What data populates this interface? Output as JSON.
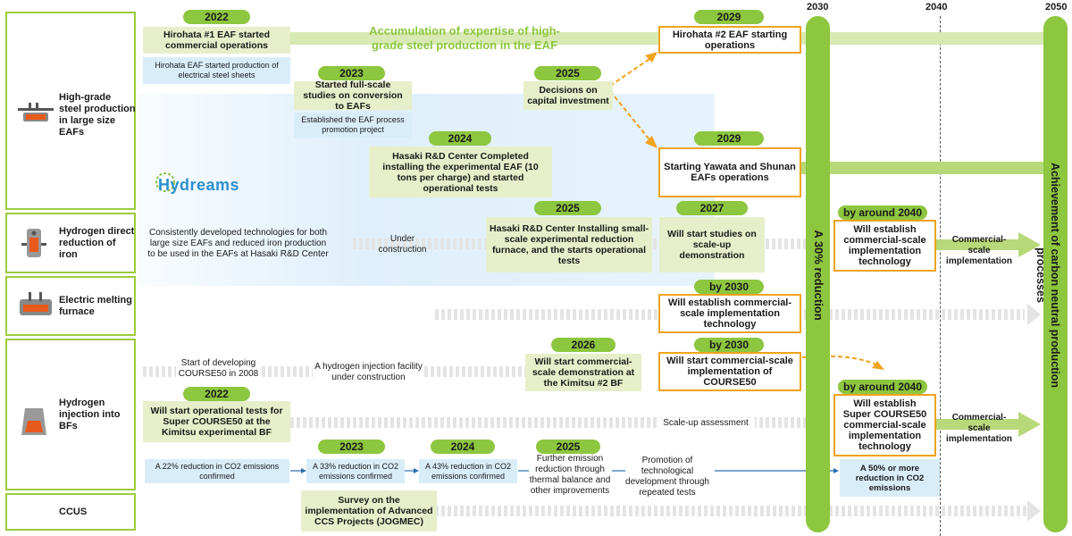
{
  "timeline": {
    "year_2030": "2030",
    "year_2040": "2040",
    "year_2050": "2050",
    "reduction_label": "A 30% reduction",
    "final_label": "Achievement of carbon neutral production processes"
  },
  "categories": [
    {
      "label": "High-grade steel production in large size EAFs",
      "icon": "eaf-icon"
    },
    {
      "label": "Hydrogen direct reduction of iron",
      "icon": "shaft-furnace-icon"
    },
    {
      "label": "Electric melting furnace",
      "icon": "melting-furnace-icon"
    },
    {
      "label": "Hydrogen injection into BFs",
      "icon": "blast-furnace-icon"
    },
    {
      "label": "CCUS",
      "icon": ""
    }
  ],
  "eaf": {
    "accumulation": "Accumulation of expertise of high-grade steel production in the EAF",
    "y2022": "2022",
    "hirohata1": "Hirohata #1 EAF started commercial operations",
    "hirohata_sheets": "Hirohata EAF started production of electrical steel sheets",
    "y2023": "2023",
    "studies": "Started full-scale studies on conversion to EAFs",
    "promotion_project": "Established the EAF process promotion project",
    "y2025": "2025",
    "decisions": "Decisions on capital investment",
    "y2029a": "2029",
    "hirohata2": "Hirohata #2 EAF starting operations",
    "y2024": "2024",
    "hasaki_eaf": "Hasaki R&D Center Completed installing the experimental EAF (10 tons per charge) and started operational tests",
    "y2029b": "2029",
    "yawata": "Starting Yawata and Shunan EAFs operations",
    "hydreams_logo": "Hydreams"
  },
  "dri": {
    "consistent": "Consistently developed technologies for both large size EAFs and reduced iron production to be used in the EAFs at Hasaki R&D Center",
    "under_construction": "Under construction",
    "y2025": "2025",
    "hasaki_small": "Hasaki R&D Center Installing small-scale experimental reduction furnace, and the starts operational tests",
    "y2027": "2027",
    "scale_up": "Will start studies on scale-up demonstration",
    "by2040": "by around 2040",
    "establish": "Will establish commercial-scale implementation technology",
    "commercial": "Commercial-scale implementation"
  },
  "emf": {
    "by2030": "by 2030",
    "establish": "Will establish commercial-scale implementation technology"
  },
  "bf": {
    "start_course50": "Start of developing COURSE50 in 2008",
    "injection_facility": "A hydrogen injection facility under construction",
    "y2026": "2026",
    "demo": "Will start commercial-scale demonstration at the Kimitsu #2 BF",
    "by2030": "by 2030",
    "course50_impl": "Will start commercial-scale implementation of COURSE50",
    "y2022": "2022",
    "super_tests": "Will start operational tests for Super COURSE50 at the Kimitsu experimental BF",
    "scale_up_assessment": "Scale-up assessment",
    "by2040": "by around 2040",
    "super_establish": "Will establish Super COURSE50 commercial-scale implementation technology",
    "commercial": "Commercial-scale implementation",
    "r22": "A 22% reduction in CO2 emissions confirmed",
    "y2023": "2023",
    "r33": "A 33% reduction in CO2 emissions confirmed",
    "y2024": "2024",
    "r43": "A 43% reduction in CO2 emissions confirmed",
    "y2025": "2025",
    "further": "Further emission reduction through thermal balance and other improvements",
    "promotion": "Promotion of technological development through repeated tests",
    "r50": "A 50% or more reduction in CO2 emissions"
  },
  "ccus": {
    "survey": "Survey on the implementation of Advanced CCS Projects (JOGMEC)"
  },
  "colors": {
    "green": "#8dc63f",
    "light_green_box": "#e6efc9",
    "blue_box": "#d9edf9",
    "orange": "#f0a31c"
  }
}
